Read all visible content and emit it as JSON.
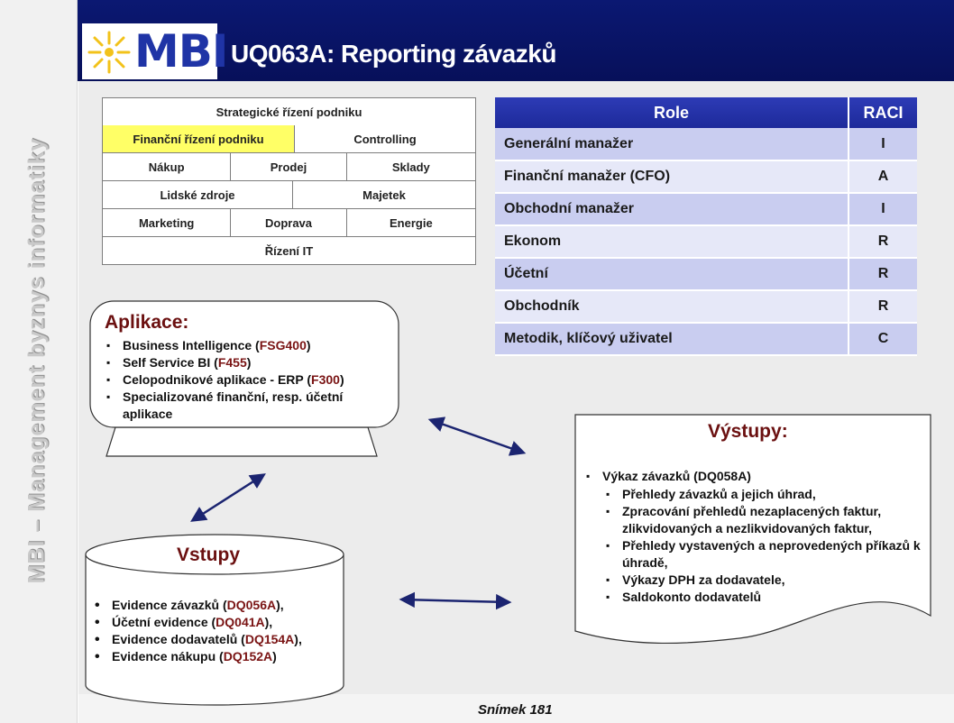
{
  "sidebar": {
    "vertical_text": "MBI – Management byznys informatiky"
  },
  "header": {
    "logo_text": "MBI",
    "title": "UQ063A: Reporting závazků"
  },
  "domain_map": {
    "rows": [
      [
        {
          "label": "Strategické řízení podniku",
          "highlight": false
        }
      ],
      [
        {
          "label": "Finanční řízení podniku",
          "highlight": true
        },
        {
          "label": "Controlling",
          "highlight": false
        }
      ],
      [
        {
          "label": "Nákup",
          "highlight": false
        },
        {
          "label": "Prodej",
          "highlight": false
        },
        {
          "label": "Sklady",
          "highlight": false
        }
      ],
      [
        {
          "label": "Lidské zdroje",
          "highlight": false
        },
        {
          "label": "Majetek",
          "highlight": false
        }
      ],
      [
        {
          "label": "Marketing",
          "highlight": false
        },
        {
          "label": "Doprava",
          "highlight": false
        },
        {
          "label": "Energie",
          "highlight": false
        }
      ],
      [
        {
          "label": "Řízení IT",
          "highlight": false
        }
      ]
    ],
    "highlight_color": "#ffff66"
  },
  "raci": {
    "header_role": "Role",
    "header_raci": "RACI",
    "rows": [
      {
        "role": "Generální manažer",
        "code": "I"
      },
      {
        "role": "Finanční manažer (CFO)",
        "code": "A"
      },
      {
        "role": "Obchodní manažer",
        "code": "I"
      },
      {
        "role": "Ekonom",
        "code": "R"
      },
      {
        "role": "Účetní",
        "code": "R"
      },
      {
        "role": "Obchodník",
        "code": "R"
      },
      {
        "role": "Metodik, klíčový uživatel",
        "code": "C"
      }
    ]
  },
  "aplikace": {
    "title": "Aplikace:",
    "items": [
      {
        "text": "Business Intelligence (",
        "code": "FSG400",
        "tail": ")"
      },
      {
        "text": "Self Service BI (",
        "code": "F455",
        "tail": ")"
      },
      {
        "text": "Celopodnikové aplikace - ERP (",
        "code": "F300",
        "tail": ")"
      },
      {
        "text": "Specializované finanční, resp. účetní aplikace",
        "code": "",
        "tail": ""
      }
    ]
  },
  "vstupy": {
    "title": "Vstupy",
    "items": [
      {
        "text": "Evidence závazků (",
        "code": "DQ056A",
        "tail": "),"
      },
      {
        "text": "Účetní evidence (",
        "code": "DQ041A",
        "tail": "),"
      },
      {
        "text": "Evidence dodavatelů (",
        "code": "DQ154A",
        "tail": "),"
      },
      {
        "text": "Evidence nákupu (",
        "code": "DQ152A",
        "tail": ")"
      }
    ]
  },
  "vystupy": {
    "title": "Výstupy:",
    "main_item": "Výkaz závazků (DQ058A)",
    "sub_items": [
      "Přehledy závazků a jejich úhrad,",
      "Zpracování přehledů nezaplacených faktur, zlikvidovaných a nezlikvidovaných faktur,",
      "Přehledy vystavených a neprovedených příkazů k úhradě,",
      "Výkazy DPH za dodavatele,",
      "Saldokonto dodavatelů"
    ]
  },
  "footer": {
    "slide_label": "Snímek 181"
  },
  "colors": {
    "header_bg": "#0b1872",
    "raci_header": "#2d3bb6",
    "raci_odd": "#c9cdf0",
    "raci_even": "#e6e8f8",
    "box_title": "#6b1010",
    "arrow": "#1b2470"
  }
}
